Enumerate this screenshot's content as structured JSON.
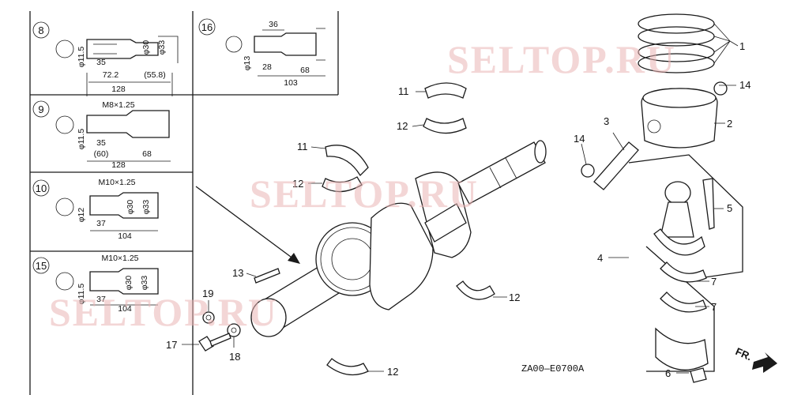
{
  "watermark": "SELTOP.RU",
  "diagram_code": "ZA00—E0700A",
  "direction_label": "FR.",
  "variants": [
    {
      "id": "8",
      "dims": [
        "φ11.5",
        "35",
        "72.2",
        "(55.8)",
        "128",
        "φ30",
        "φ33"
      ]
    },
    {
      "id": "16",
      "dims": [
        "36",
        "φ13",
        "28",
        "68",
        "103"
      ]
    },
    {
      "id": "9",
      "dims": [
        "M8×1.25",
        "φ11.5",
        "35",
        "(60)",
        "68",
        "128"
      ]
    },
    {
      "id": "10",
      "dims": [
        "M10×1.25",
        "φ12",
        "37",
        "104",
        "φ30",
        "φ33"
      ]
    },
    {
      "id": "15",
      "dims": [
        "M10×1.25",
        "φ11.5",
        "37",
        "104",
        "φ30",
        "φ33"
      ]
    }
  ],
  "callouts": [
    "1",
    "2",
    "3",
    "4",
    "5",
    "6",
    "7",
    "7",
    "11",
    "11",
    "12",
    "12",
    "12",
    "12",
    "13",
    "14",
    "14",
    "17",
    "18",
    "19"
  ]
}
